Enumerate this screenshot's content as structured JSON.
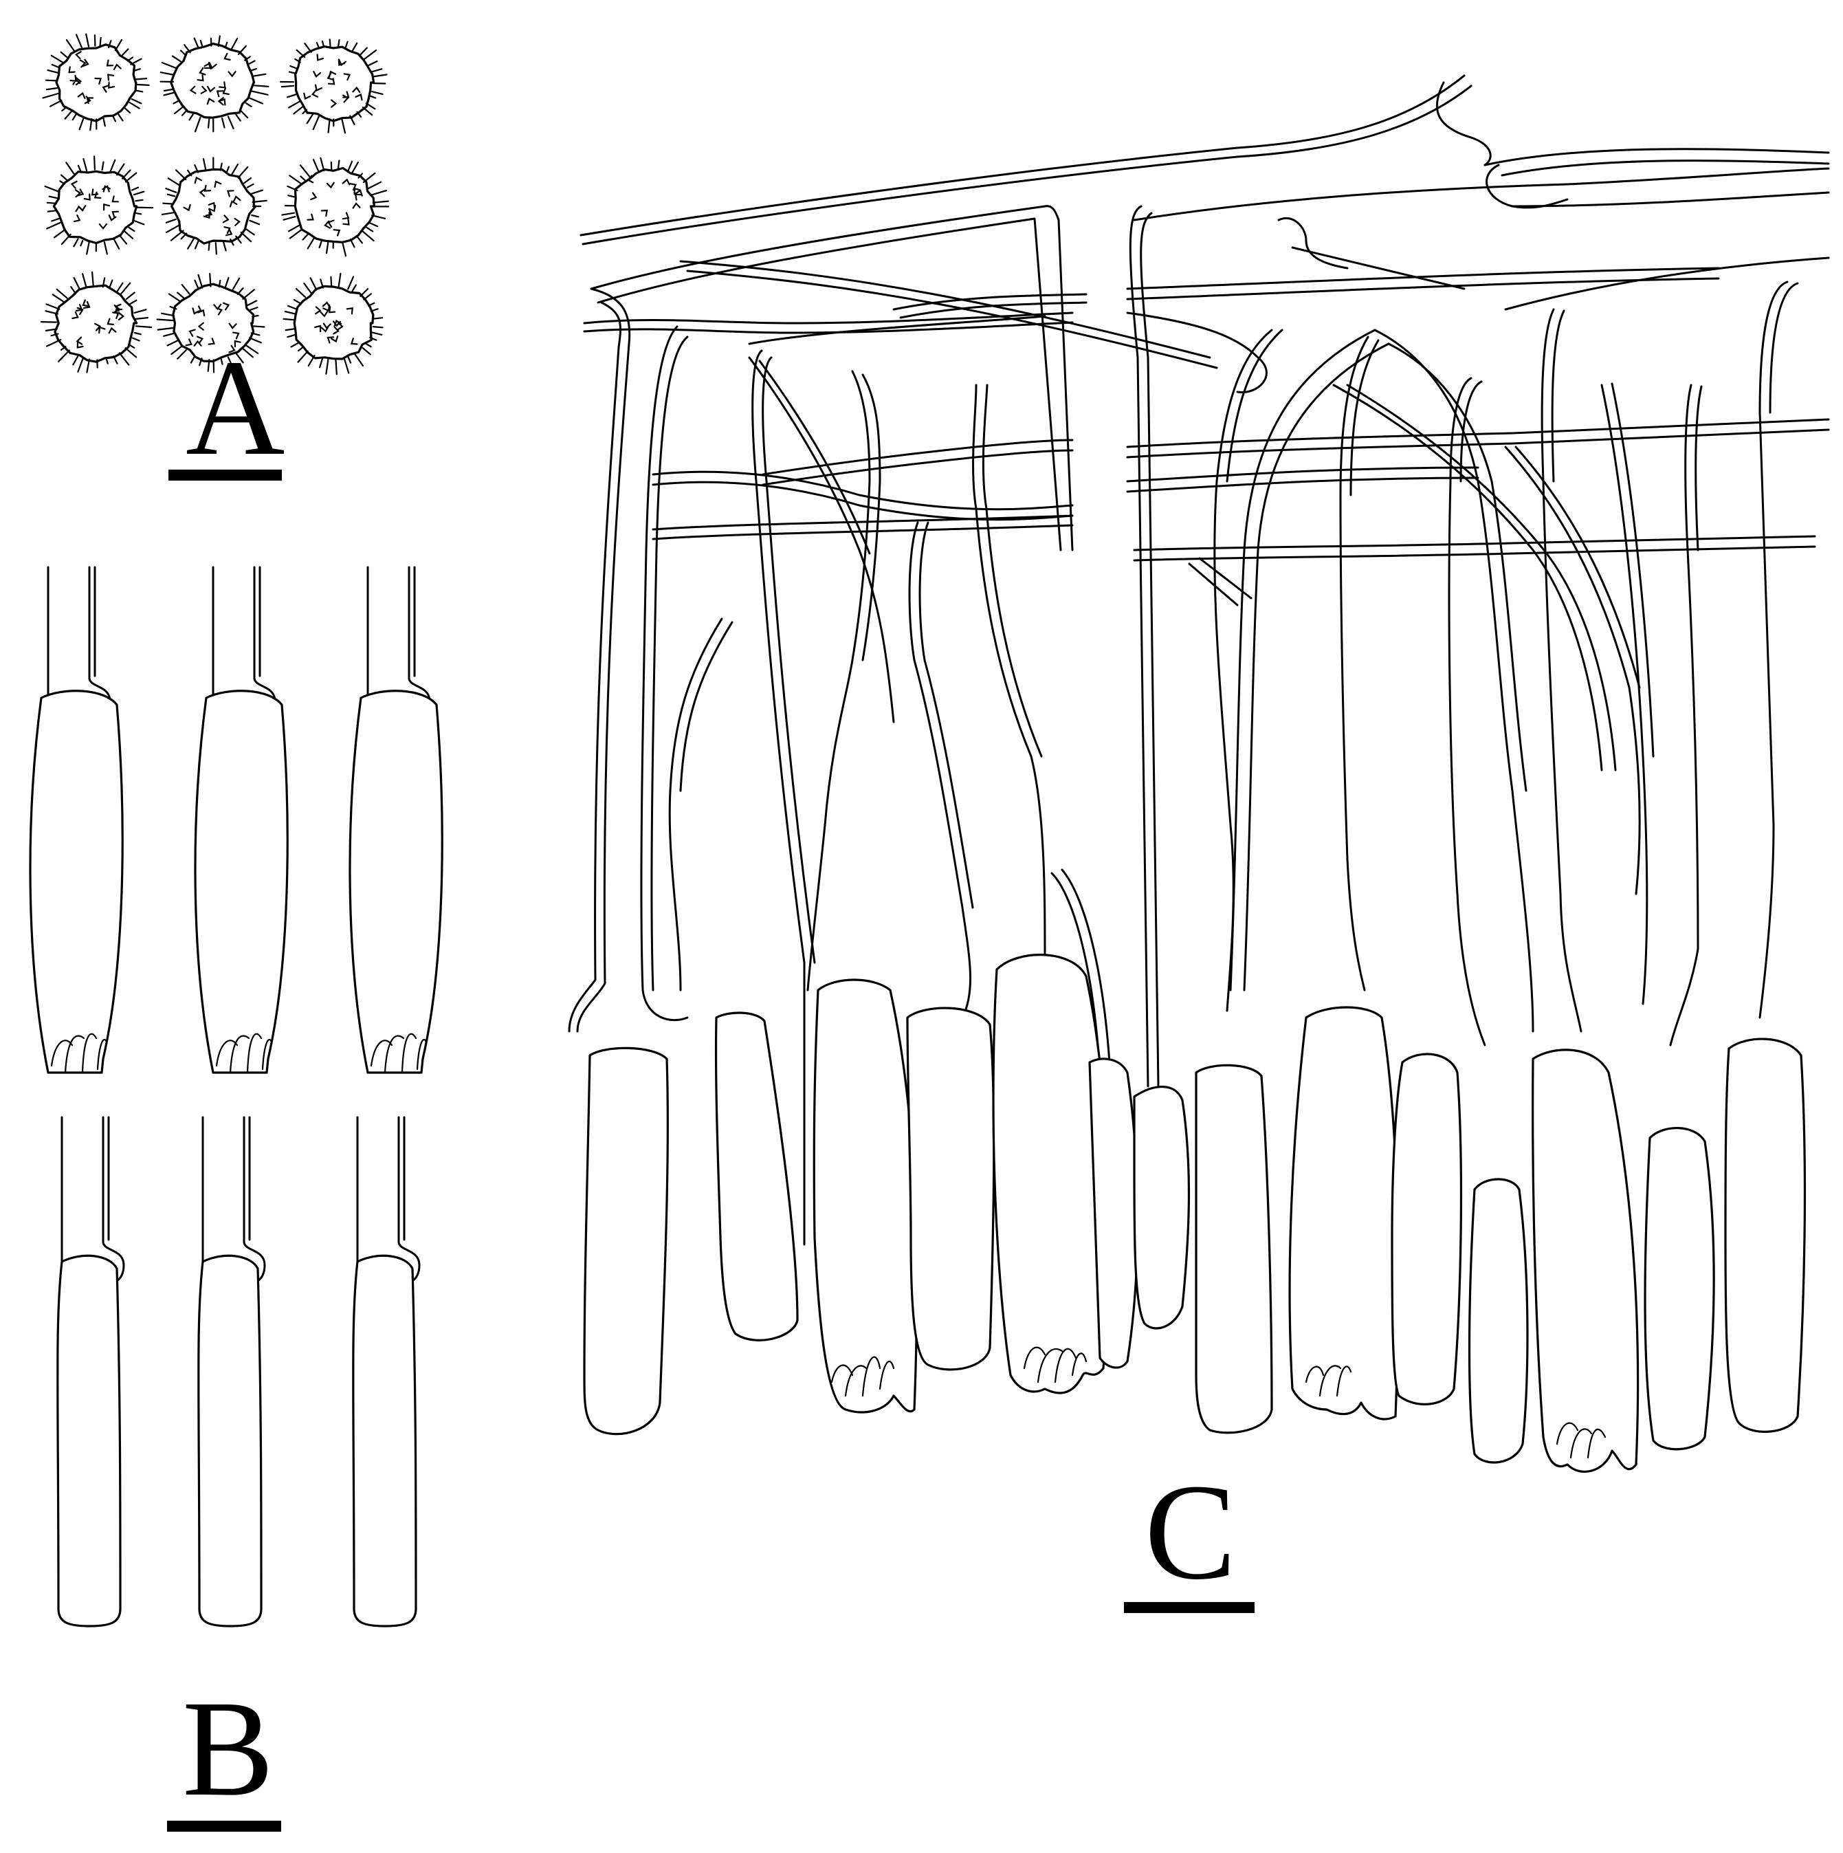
{
  "figure": {
    "panels": [
      {
        "id": "A",
        "label": "A"
      },
      {
        "id": "B",
        "label": "B"
      },
      {
        "id": "C",
        "label": "C"
      }
    ]
  },
  "colors": {
    "ink": "#000000",
    "paper": "#ffffff"
  }
}
